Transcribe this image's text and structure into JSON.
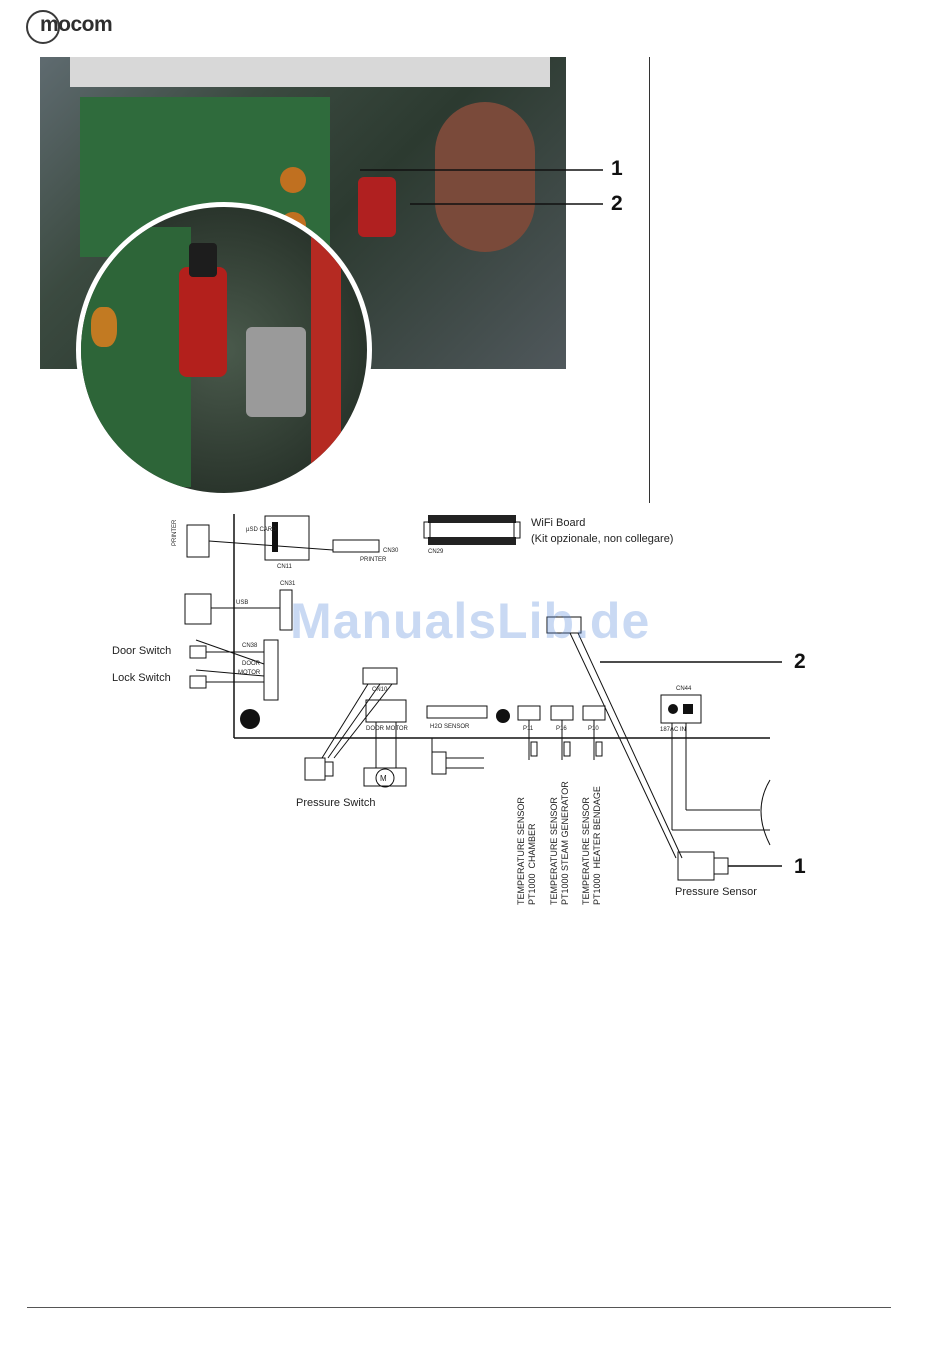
{
  "header": {
    "logo_text": "mocom",
    "logo_icon": "mocom-logo-icon"
  },
  "photo": {
    "callouts": [
      "1",
      "2"
    ],
    "icon": "circuit-board-photo"
  },
  "schematic": {
    "wifi_board_title": "WiFi Board",
    "wifi_board_note": "(Kit opzionale, non collegare)",
    "door_switch": "Door Switch",
    "lock_switch": "Lock Switch",
    "pressure_switch": "Pressure Switch",
    "pressure_sensor": "Pressure Sensor",
    "callouts": [
      "2",
      "1"
    ],
    "connectors": {
      "printer": "PRINTER",
      "usd_card": "µSD CARD",
      "cn11": "CN11",
      "cn30": "CN30",
      "printer_conn": "PRINTER",
      "cn29": "CN29",
      "cn31": "CN31",
      "usb": "USB",
      "cn38": "CN38",
      "door": "DOOR",
      "motor_pin": "MOTOR",
      "cn10": "CN10",
      "door_motor": "DOOR  MOTOR",
      "h2o_sensor": "H2O  SENSOR",
      "p11": "P11",
      "p16": "P16",
      "p10": "P10",
      "cn44": "CN44",
      "ac_in": "187AC  IN",
      "motor_symbol": "M"
    },
    "sensors": [
      "TEMPERATURE SENSOR\nPT1000  CHAMBER",
      "TEMPERATURE SENSOR\nPT1000 STEAM GENERATOR",
      "TEMPERATURE SENSOR\nPT1000  HEATER BENDAGE"
    ]
  },
  "watermark": "ManualsLib.de"
}
